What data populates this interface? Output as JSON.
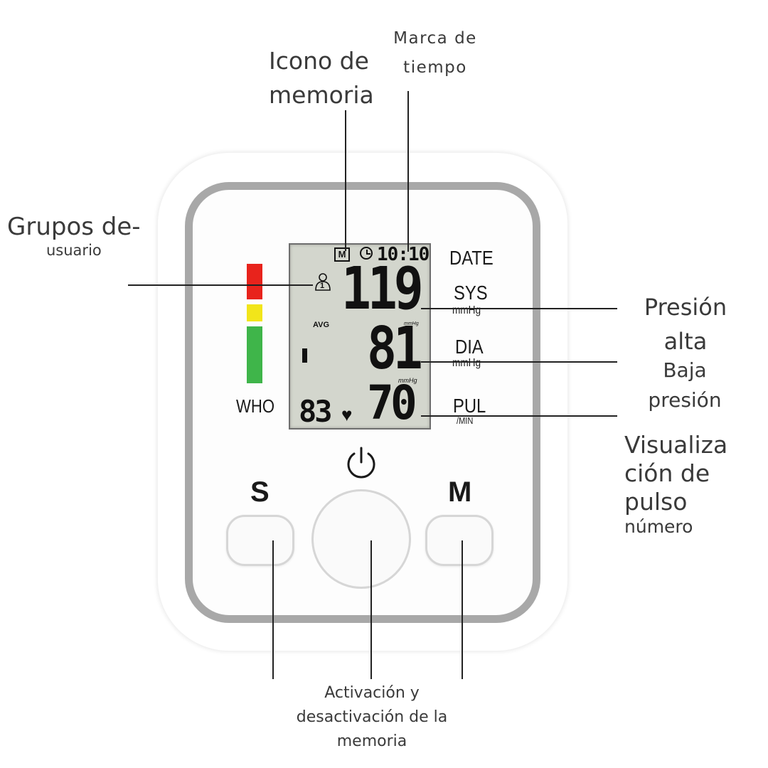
{
  "annotations": {
    "memory_icon": [
      "Icono de",
      "memoria"
    ],
    "timestamp": [
      "Marca de",
      "tiempo"
    ],
    "user_groups": [
      "Grupos de-",
      "usuario"
    ],
    "high_pressure": [
      "Presión",
      "alta"
    ],
    "low_pressure": [
      "Baja",
      "presión"
    ],
    "pulse_display": [
      "Visualiza",
      "ción de",
      "pulso",
      "número"
    ],
    "memory_toggle": [
      "Activación y",
      "desactivación de la",
      "memoria"
    ]
  },
  "device": {
    "lcd": {
      "memory_badge": "M",
      "time": "10:10",
      "user_number": "1",
      "avg": "AVG",
      "systolic": "119",
      "diastolic": "81",
      "pulse": "70",
      "secondary_reading": "83",
      "unit_small": "mmHg",
      "unit_italic": "mmHg"
    },
    "labels": {
      "date": "DATE",
      "sys": "SYS",
      "sys_unit": "mmHg",
      "dia": "DIA",
      "dia_unit": "mmHg",
      "pul": "PUL",
      "pul_unit": "/MIN",
      "who": "WHO"
    },
    "buttons": {
      "s": "S",
      "m": "M"
    },
    "indicator_colors": {
      "red": "#e8231c",
      "yellow": "#f2e51a",
      "green": "#3fb54a"
    }
  }
}
